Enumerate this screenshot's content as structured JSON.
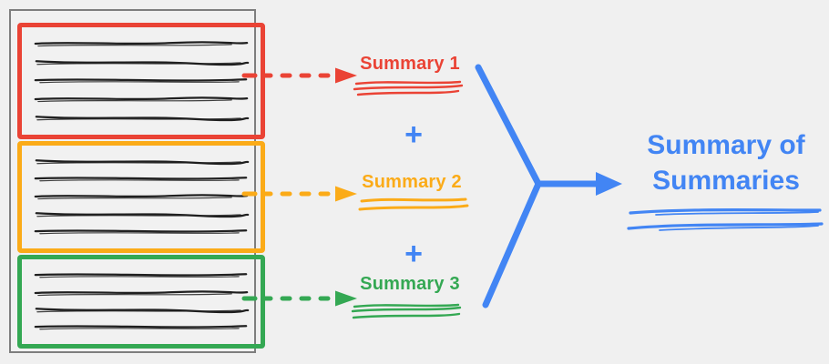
{
  "page": {
    "background": "#f0f0f0"
  },
  "colors": {
    "red": "#ea4335",
    "orange": "#fbab18",
    "green": "#34a853",
    "blue": "#4285f4",
    "document_border_gray": "#7e7e7e",
    "text_line_ink": "#1f1f1f"
  },
  "document": {
    "sections": [
      {
        "name": "section-1",
        "color": "#ea4335",
        "line_count": 5
      },
      {
        "name": "section-2",
        "color": "#fbab18",
        "line_count": 5
      },
      {
        "name": "section-3",
        "color": "#34a853",
        "line_count": 4
      }
    ]
  },
  "summaries": [
    {
      "label": "Summary 1",
      "color": "#ea4335"
    },
    {
      "label": "Summary 2",
      "color": "#fbab18"
    },
    {
      "label": "Summary 3",
      "color": "#34a853"
    }
  ],
  "operators": {
    "plus_label": "+"
  },
  "result": {
    "line1": "Summary of",
    "line2": "Summaries",
    "color": "#4285f4"
  }
}
